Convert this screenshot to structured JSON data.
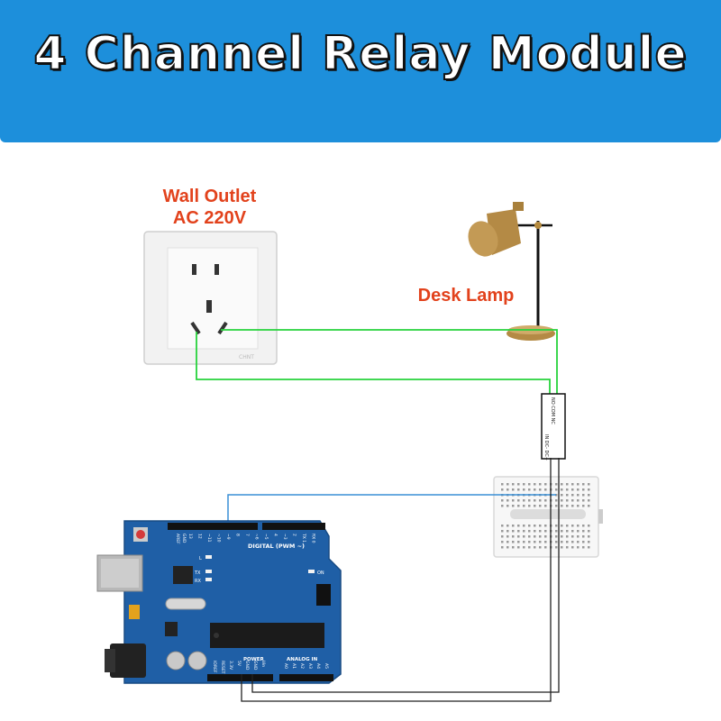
{
  "banner": {
    "title": "4 Channel Relay Module"
  },
  "labels": {
    "outlet_line1": "Wall Outlet",
    "outlet_line2": "AC 220V",
    "lamp": "Desk Lamp"
  },
  "outlet": {
    "brand": "CHNT"
  },
  "relay": {
    "top_pins": "NO COM NC",
    "bottom_pins": "IN DC- DC+"
  },
  "arduino": {
    "digital_label": "DIGITAL (PWM ~)",
    "power_label": "POWER",
    "analog_label": "ANALOG IN",
    "on_label": "ON",
    "aref": "AREF",
    "gnd": "GND",
    "pins_top": [
      "13",
      "12",
      "~11",
      "~10",
      "~9",
      "8",
      "7",
      "~6",
      "~5",
      "4",
      "~3",
      "2",
      "TX 1",
      "RX 0"
    ],
    "pins_power": [
      "IOREF",
      "RESET",
      "3.3V",
      "5V",
      "GND",
      "GND",
      "Vin"
    ],
    "pins_analog": [
      "A0",
      "A1",
      "A2",
      "A3",
      "A4",
      "A5"
    ],
    "led_l": "L",
    "led_tx": "TX",
    "led_rx": "RX"
  },
  "colors": {
    "banner": "#1d8fdb",
    "label": "#e2421c",
    "ac_wire": "#27d33c",
    "signal_wire": "#3a8fd6",
    "dc_wire": "#222222",
    "board": "#1f5fa6"
  }
}
